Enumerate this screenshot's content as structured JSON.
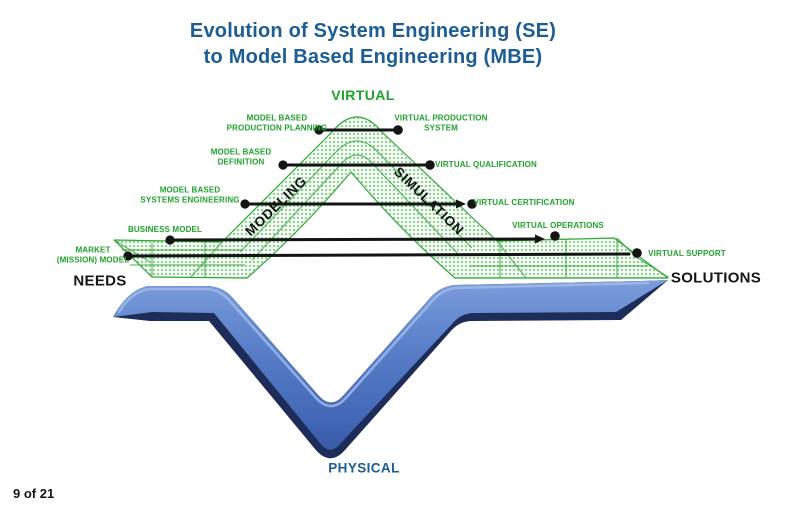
{
  "slide": {
    "title": "Evolution of System Engineering (SE)\nto Model Based Engineering (MBE)",
    "page_indicator": "9 of 21"
  },
  "diagram": {
    "axis": {
      "top": "VIRTUAL",
      "bottom": "PHYSICAL",
      "left": "NEEDS",
      "right": "SOLUTIONS"
    },
    "band": {
      "left_process": "MODELING",
      "right_process": "SIMULATION"
    },
    "model_labels": {
      "production_planning": "MODEL BASED\nPRODUCTION PLANNING",
      "definition": "MODEL BASED\nDEFINITION",
      "systems_engineering": "MODEL BASED\nSYSTEMS ENGINEERING",
      "business": "BUSINESS MODEL",
      "market": "MARKET\n(MISSION) MODEL"
    },
    "virtual_labels": {
      "production_system": "VIRTUAL PRODUCTION\nSYSTEM",
      "qualification": "VIRTUAL QUALIFICATION",
      "certification": "VIRTUAL CERTIFICATION",
      "operations": "VIRTUAL OPERATIONS",
      "support": "VIRTUAL SUPPORT"
    },
    "colors": {
      "title_blue": "#1c5d95",
      "label_green": "#1fa32c",
      "band_outline_green": "#2fa838",
      "band_fill_green": "#93d093",
      "physical_blue": "#4f76c2",
      "physical_shadow_blue": "#1d2c58",
      "connector_black": "#141414"
    }
  }
}
